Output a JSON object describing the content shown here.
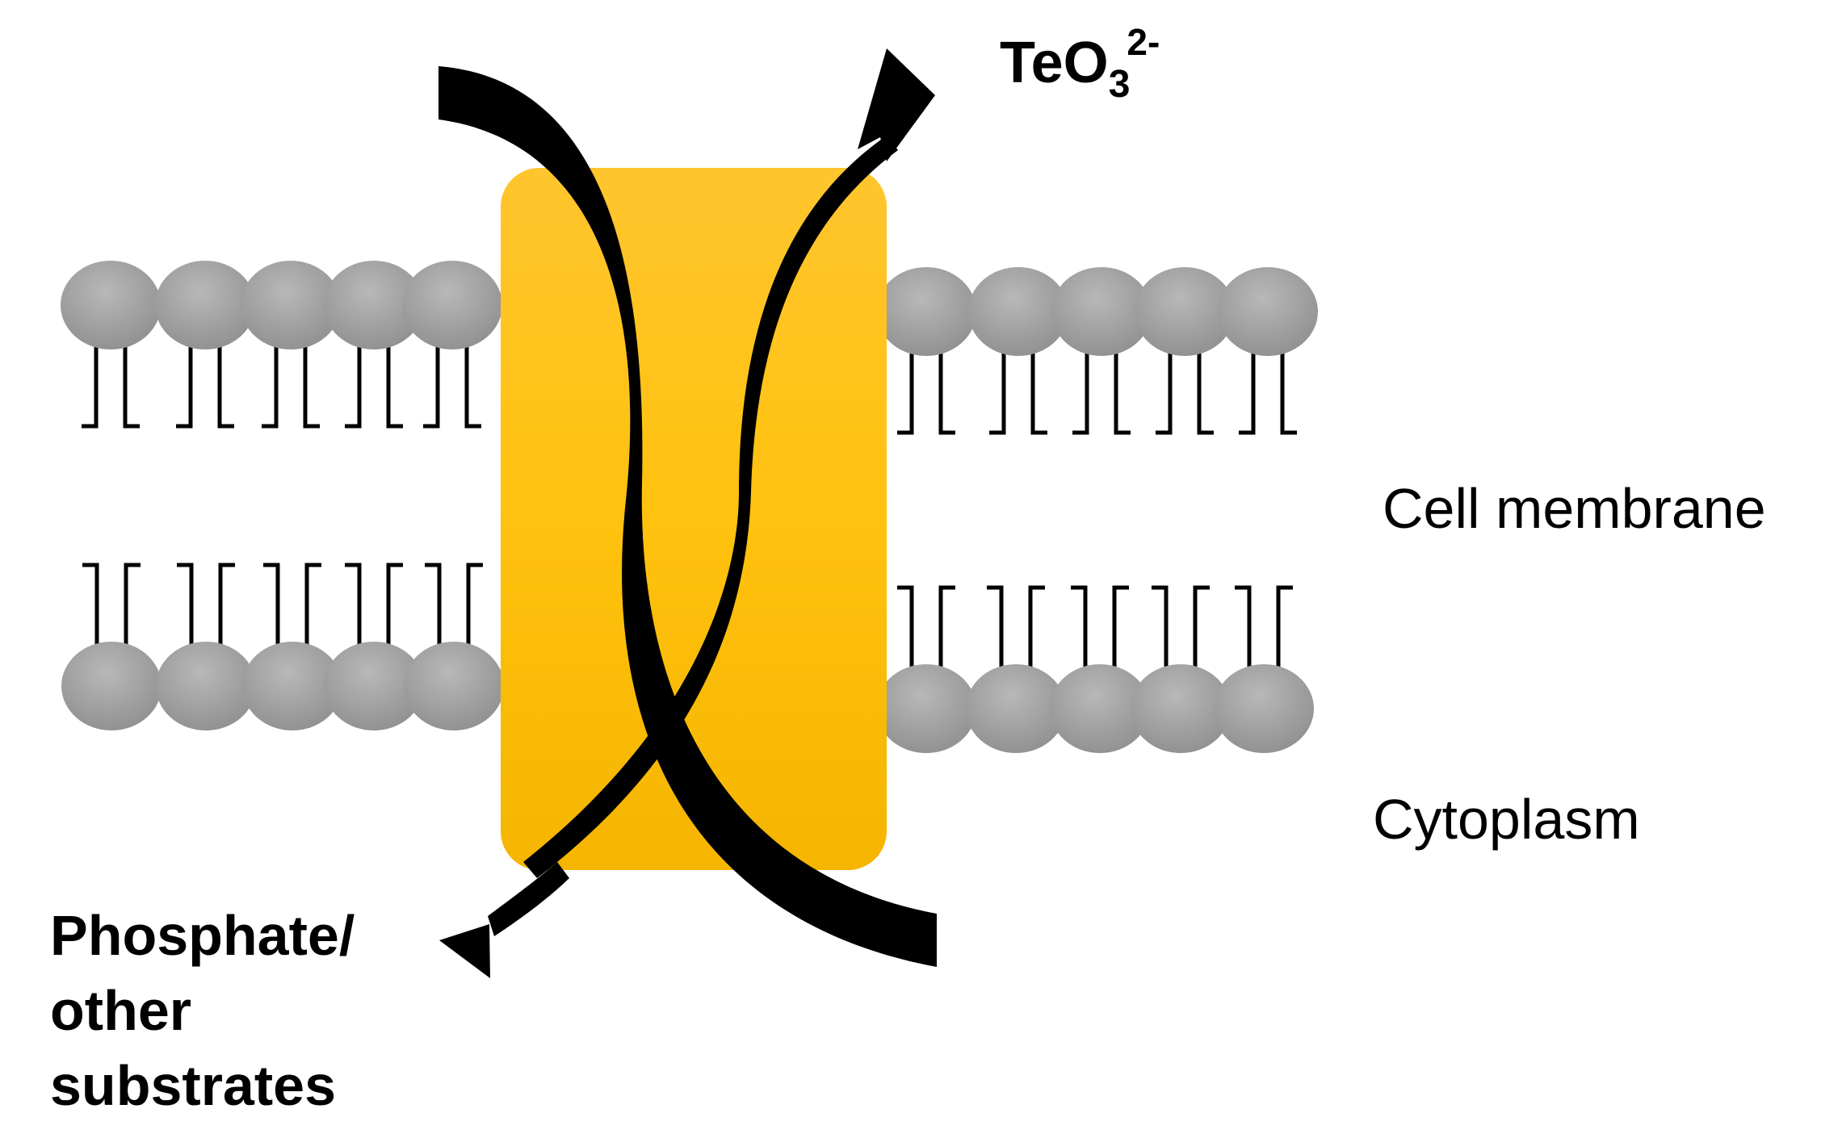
{
  "labels": {
    "teo3": {
      "base": "TeO",
      "subscript": "3",
      "superscript": "2-"
    },
    "cell_membrane": "Cell membrane",
    "cytoplasm": "Cytoplasm",
    "substrates": [
      "Phosphate/",
      "other",
      "substrates"
    ]
  },
  "colors": {
    "transporter": "#FFC20E",
    "lipid_head": "#A6A6A6",
    "arrow": "#000000",
    "text": "#000000"
  }
}
